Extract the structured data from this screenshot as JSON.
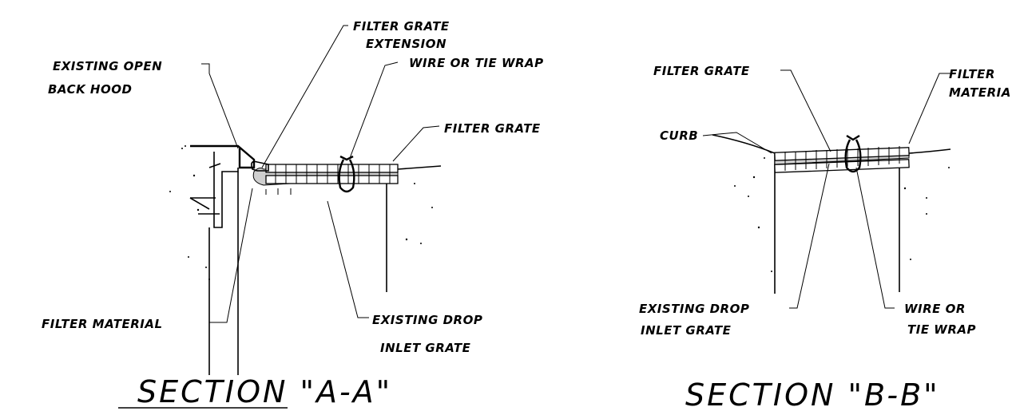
{
  "section_a": {
    "title": "SECTION \"A-A\"",
    "labels": {
      "filter_grate_extension_1": "FILTER GRATE",
      "filter_grate_extension_2": "EXTENSION",
      "existing_open_back_hood_1": "EXISTING OPEN",
      "existing_open_back_hood_2": "BACK HOOD",
      "wire_or_tie_wrap": "WIRE OR TIE WRAP",
      "filter_grate": "FILTER GRATE",
      "filter_material": "FILTER MATERIAL",
      "existing_drop_inlet_grate_1": "EXISTING DROP",
      "existing_drop_inlet_grate_2": "INLET GRATE"
    }
  },
  "section_b": {
    "title": "SECTION \"B-B\"",
    "labels": {
      "filter_grate": "FILTER GRATE",
      "filter_material_1": "FILTER",
      "filter_material_2": "MATERIA",
      "curb": "CURB",
      "existing_drop_inlet_grate_1": "EXISTING DROP",
      "existing_drop_inlet_grate_2": "INLET GRATE",
      "wire_or_tie_wrap_1": "WIRE OR",
      "wire_or_tie_wrap_2": "TIE WRAP"
    }
  }
}
